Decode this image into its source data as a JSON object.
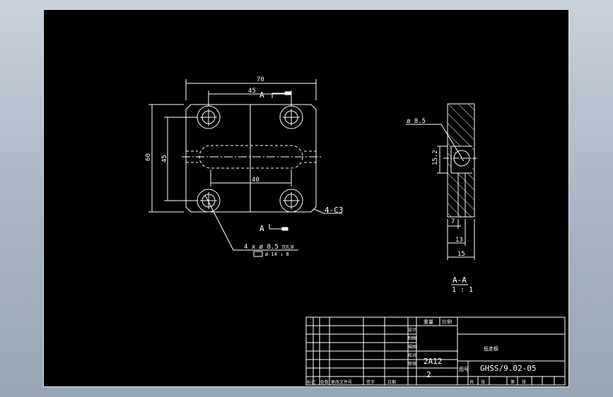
{
  "drawing": {
    "colors": {
      "background": "#000000",
      "line": "#ffffff",
      "hatch": "#ffffff",
      "sheet_frame": "#e0e0e0"
    },
    "plan_view": {
      "dim_width": "70",
      "dim_hole_spacing_x": "45",
      "dim_height": "60",
      "dim_hole_spacing_y": "45",
      "dim_slot": "40",
      "section_label_top": "A",
      "section_label_bottom": "A",
      "chamfer_note": "4-C3",
      "hole_note": "4 x ø 8.5",
      "hole_note_suffix": "沉孔深",
      "hole_note_sub": "ø 14 ↓ 8"
    },
    "section_view": {
      "dim_hole": "ø 8.5",
      "dim_height": "15.2",
      "dim_7": "7",
      "dim_13": "13",
      "dim_15": "15",
      "title": "A-A",
      "scale": "1 : 1"
    },
    "title_block": {
      "part_name": "低走板",
      "drawing_number": "GHSS/9.02-05",
      "drawing_number_label": "图号",
      "material": "2A12",
      "quantity": "2",
      "head_weight": "重量",
      "head_scale": "比例",
      "left_labels": [
        "设计",
        "制图",
        "描图",
        "校对",
        "审核"
      ],
      "bottom_labels": [
        "标记",
        "处数",
        "更改文件号",
        "签字",
        "日期"
      ],
      "sheet_labels": [
        "共",
        "张",
        "第",
        "张"
      ]
    }
  }
}
